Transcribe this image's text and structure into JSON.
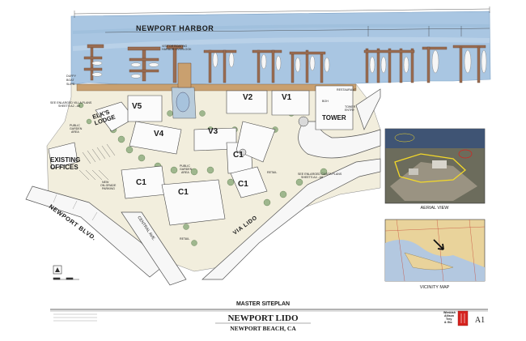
{
  "labels": {
    "harbor": "NEWPORT HARBOR",
    "duffy": [
      "DUFFY",
      "BOAT",
      "SLIPS"
    ],
    "visitor": [
      "VISITOR BOATING",
      "HARBOR OVERLOOK"
    ],
    "villa_note": [
      "SEE ENLARGED VILLA PLANS",
      "SHEETS A2 - A9"
    ],
    "elks": [
      "ELK'S",
      "LODGE"
    ],
    "public_garden_left": [
      "PUBLIC",
      "GARDEN",
      "AREA"
    ],
    "existing_offices": [
      "EXISTING",
      "OFFICES"
    ],
    "parking": [
      "NEW",
      "ON-GRADE",
      "PARKING"
    ],
    "public_garden_center": [
      "PUBLIC",
      "GARDEN",
      "AREA"
    ],
    "casita_note": [
      "SEE ENLARGED CASITA PLANS",
      "SHEETS A4 - A8"
    ],
    "restaurant": "RESTAURANT",
    "boh": "BOH",
    "tower": "TOWER",
    "tower_entry": [
      "TOWER",
      "ENTRY"
    ],
    "newport_blvd": "NEWPORT BLVD.",
    "central_ave": "CENTRAL AVE.",
    "via_lido": "VIA LIDO",
    "retail_left": "RETAIL",
    "retail_right": "RETAIL",
    "units": {
      "v1": "V1",
      "v2": "V2",
      "v3": "V3",
      "v4": "V4",
      "v5": "V5",
      "c1a": "C1",
      "c1b": "C1",
      "c1c": "C1",
      "c1d": "C1"
    }
  },
  "panels": {
    "aerial_caption": "AERIAL VIEW",
    "vicinity_caption": "VICINITY MAP"
  },
  "titleblock": {
    "plan_title": "MASTER SITEPLAN",
    "project_name": "Newport Lido",
    "location": "Newport Beach, CA",
    "sheet_number": "A1",
    "firm": [
      "Wimbish",
      "Allison",
      "Trey",
      "& Gio"
    ]
  },
  "colors": {
    "water": "#a9c6e2",
    "dock": "#9a6d52",
    "road": "#f4f4f4",
    "landscape": "#9fb78e",
    "accent_red": "#d6221e"
  }
}
